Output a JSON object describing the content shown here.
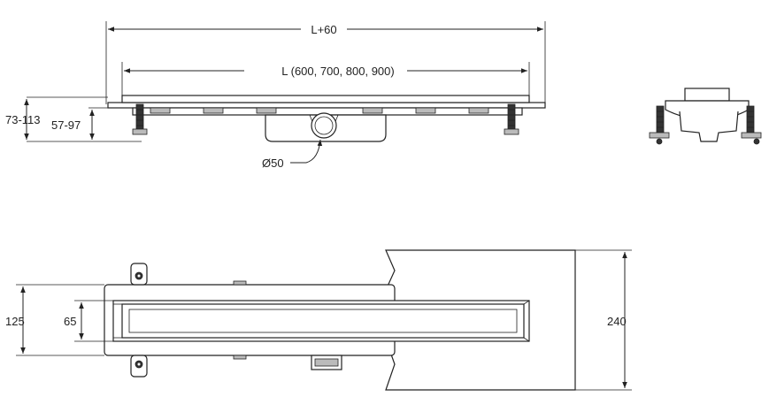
{
  "dimensions": {
    "overall_length": "L+60",
    "length_options": "L (600, 700, 800, 900)",
    "height_range_outer": "73-113",
    "height_range_inner": "57-97",
    "outlet_diameter": "Ø50",
    "width_total": "125",
    "width_channel": "65",
    "width_membrane": "240"
  }
}
